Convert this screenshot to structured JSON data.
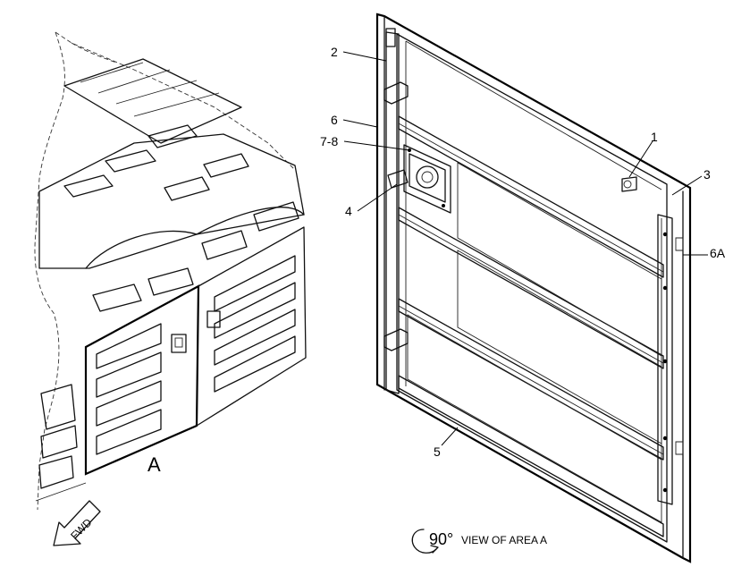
{
  "callouts": [
    {
      "id": "c2",
      "text": "2"
    },
    {
      "id": "c6",
      "text": "6"
    },
    {
      "id": "c78",
      "text": "7-8"
    },
    {
      "id": "c4",
      "text": "4"
    },
    {
      "id": "c1",
      "text": "1"
    },
    {
      "id": "c3",
      "text": "3"
    },
    {
      "id": "c6a",
      "text": "6A"
    },
    {
      "id": "c5",
      "text": "5"
    }
  ],
  "area_label": "A",
  "fwd_label": "FWD",
  "view": {
    "angle": "90°",
    "text": "VIEW OF AREA A"
  }
}
